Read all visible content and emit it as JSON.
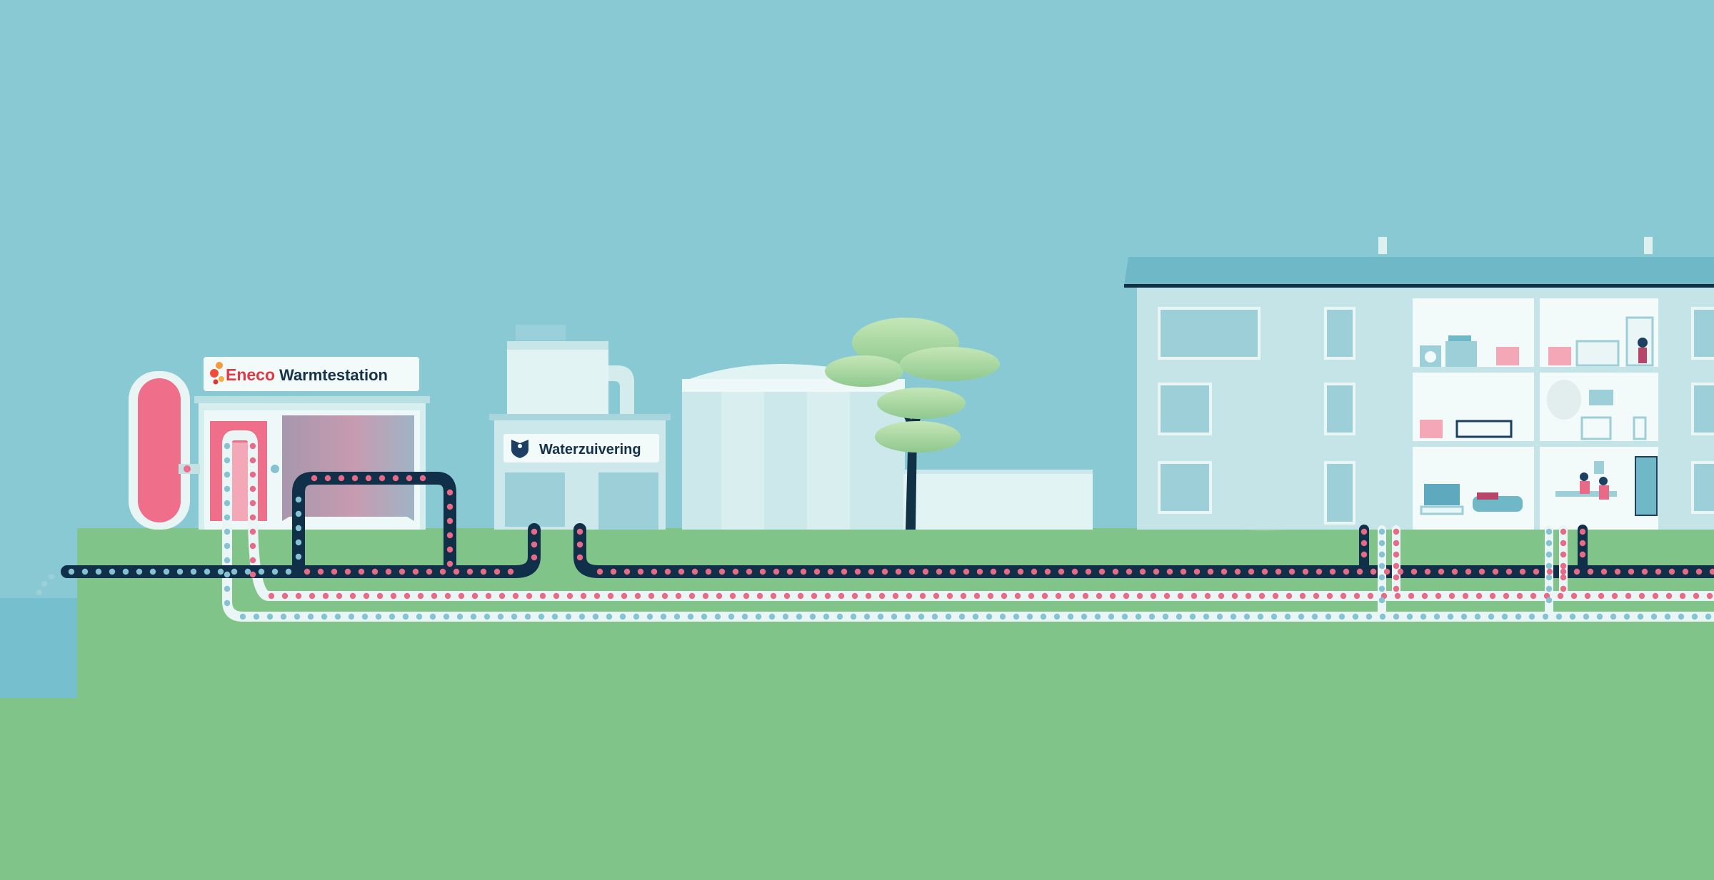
{
  "signs": {
    "heat_station_brand": "Eneco",
    "heat_station_label": "Warmtestation",
    "water_plant_label": "Waterzuivering"
  },
  "colors": {
    "sky": "#88c9d4",
    "ground": "#80c489",
    "water": "#76bfcf",
    "hot_dot": "#e96a86",
    "cold_dot": "#85c3d2",
    "pipe_dark": "#10304a",
    "pipe_light": "#eaf5f5",
    "building": "#c8e6e8",
    "tree_leaf": "#a9d69f",
    "tank_pink": "#ef6e8a"
  },
  "icons": [
    "eneco-logo-icon",
    "water-board-crest-icon"
  ]
}
